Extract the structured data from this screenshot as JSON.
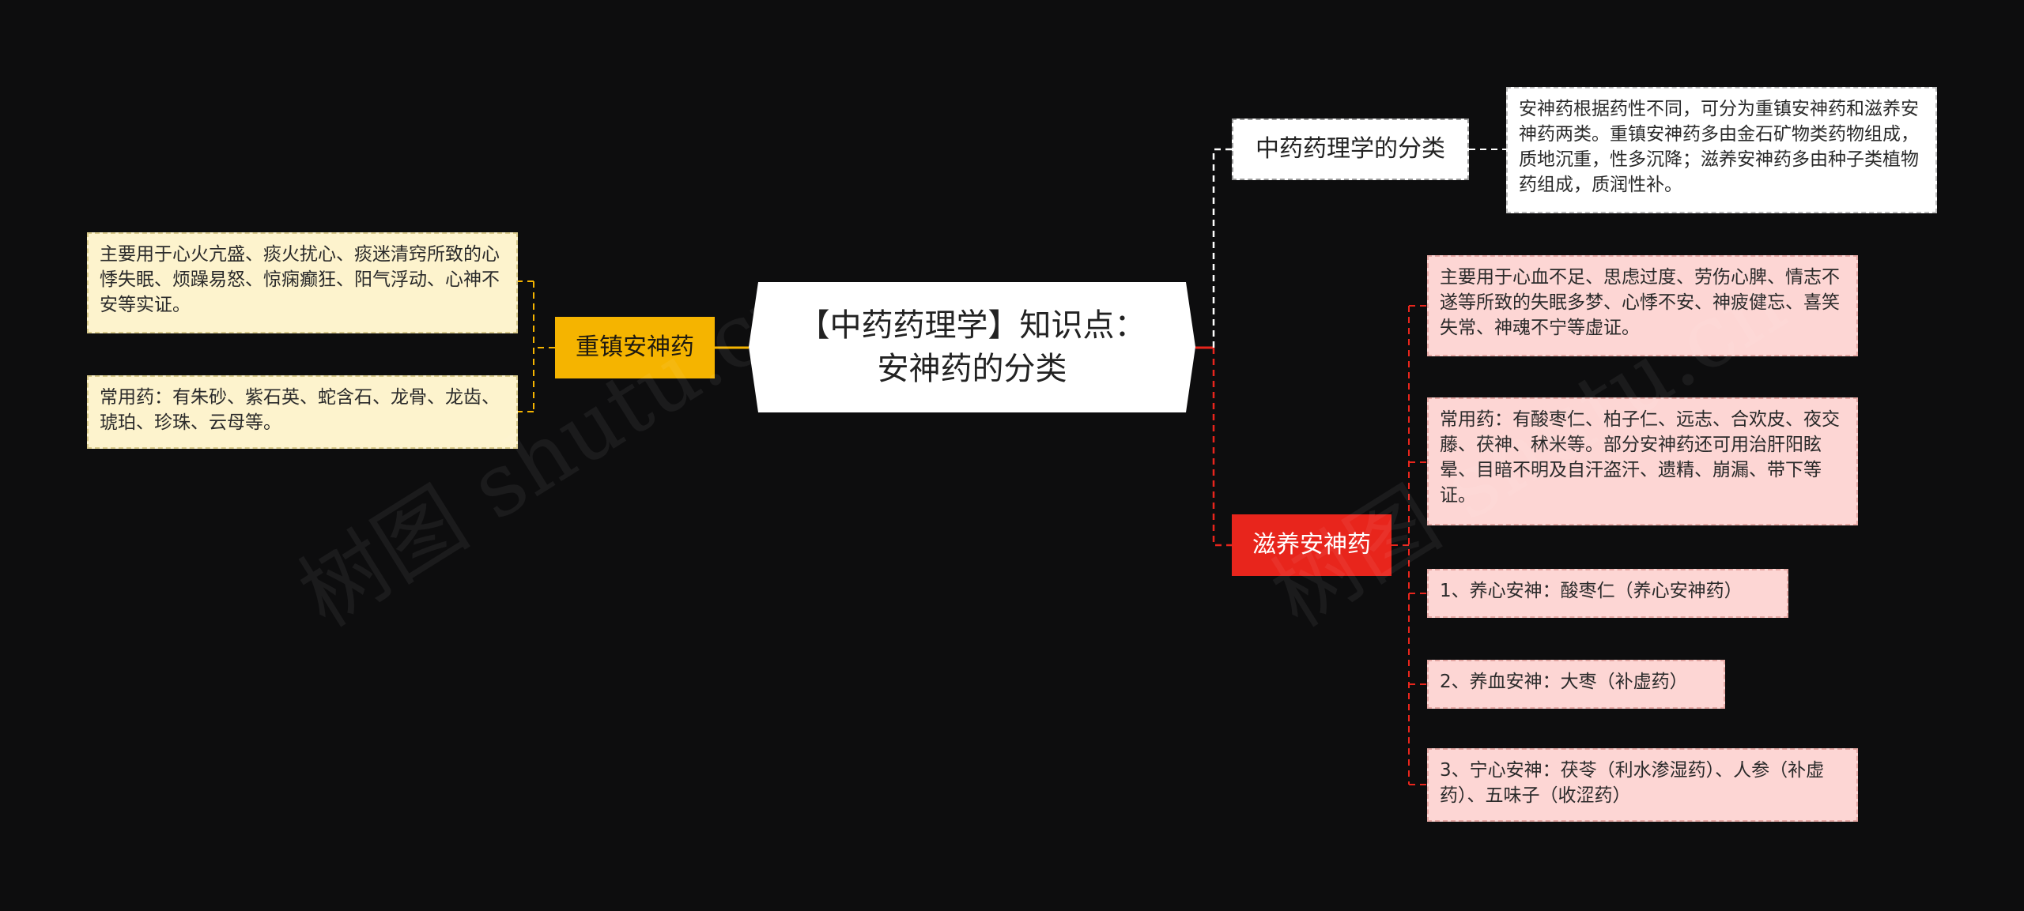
{
  "center": {
    "line1": "【中药药理学】知识点：",
    "line2": "安神药的分类"
  },
  "branches": {
    "heavy": {
      "label": "重镇安神药",
      "leaves": [
        "主要用于心火亢盛、痰火扰心、痰迷清窍所致的心悸失眠、烦躁易怒、惊痫癫狂、阳气浮动、心神不安等实证。",
        "常用药：有朱砂、紫石英、蛇含石、龙骨、龙齿、琥珀、珍珠、云母等。"
      ]
    },
    "classification": {
      "label": "中药药理学的分类",
      "leaves": [
        "安神药根据药性不同，可分为重镇安神药和滋养安神药两类。重镇安神药多由金石矿物类药物组成，质地沉重，性多沉降；滋养安神药多由种子类植物药组成，质润性补。"
      ]
    },
    "nourish": {
      "label": "滋养安神药",
      "leaves": [
        "主要用于心血不足、思虑过度、劳伤心脾、情志不遂等所致的失眠多梦、心悸不安、神疲健忘、喜笑失常、神魂不宁等虚证。",
        "常用药：有酸枣仁、柏子仁、远志、合欢皮、夜交藤、茯神、秫米等。部分安神药还可用治肝阳眩晕、目暗不明及自汗盗汗、遗精、崩漏、带下等证。",
        "1、养心安神：酸枣仁（养心安神药）",
        "2、养血安神：大枣（补虚药）",
        "3、宁心安神：茯苓（利水渗湿药）、人参（补虚药）、五味子（收涩药）"
      ]
    }
  },
  "colors": {
    "background": "#0d0d0e",
    "heavy": "#f5b400",
    "nourish": "#e8251c",
    "classification_link": "#ffffff"
  }
}
